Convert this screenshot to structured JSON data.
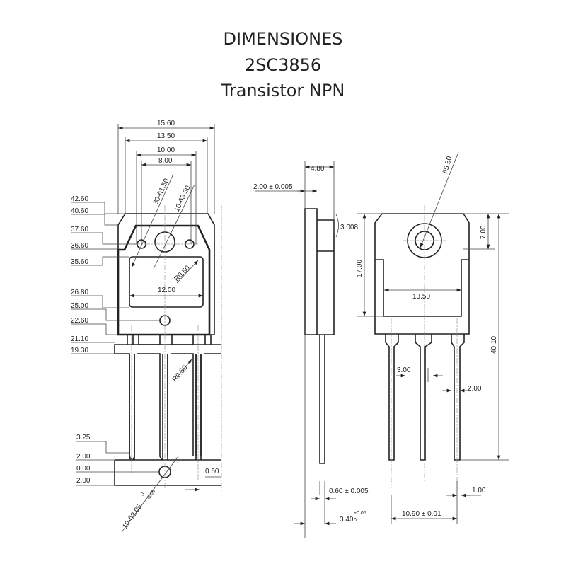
{
  "title": {
    "line1": "DIMENSIONES",
    "line2": "2SC3856",
    "line3": "Transistor NPN"
  },
  "left_view": {
    "top_dims": [
      "15.60",
      "13.50",
      "10.00",
      "8.00"
    ],
    "diag": [
      "30-ñ1.50",
      "10-ñ3.50",
      "R0.50",
      "R0.50",
      "10-ñ2.05"
    ],
    "diag_sup": "0",
    "diag_sub": "-0.05",
    "width_inner": "12.00",
    "left_dims": [
      "42.60",
      "40.60",
      "37.60",
      "36.60",
      "35.60",
      "26.80",
      "25.00",
      "22.60",
      "21.10",
      "19.30",
      "3.25",
      "2.00",
      "0.00",
      "2.00"
    ],
    "lead_gap": "0.60"
  },
  "side_view": {
    "thickness": "4.80",
    "tab": "2.00 ± 0.005",
    "angle": "3.008",
    "lead_thk": "0.60 ± 0.005",
    "base": "3.40",
    "base_sup": "+0.05",
    "base_sub": "0"
  },
  "front_view": {
    "hole": "ñ5.50",
    "h17": "17.00",
    "h7": "7.00",
    "h40": "40.10",
    "w13": "13.50",
    "pitch": "3.00",
    "lead_w": "2.00",
    "lead_tip": "1.00",
    "span": "10.90 ± 0.01"
  }
}
